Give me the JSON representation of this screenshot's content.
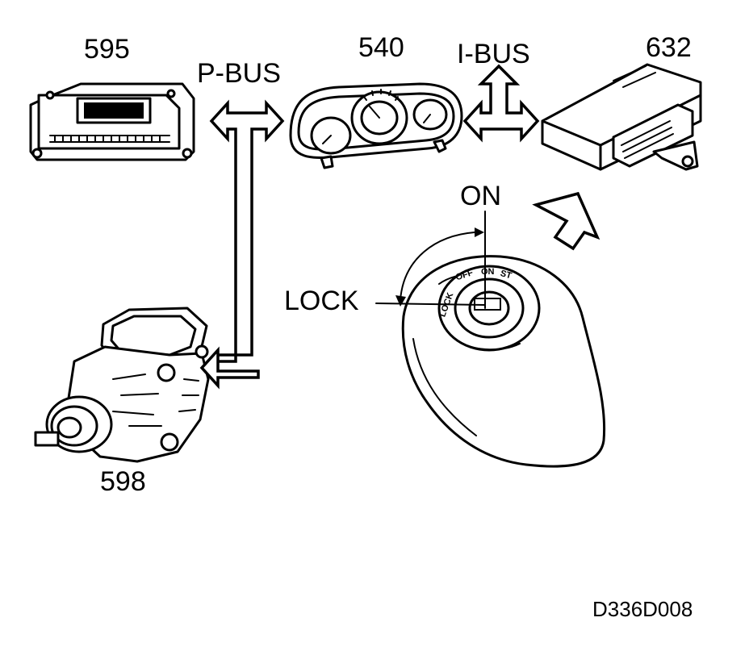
{
  "labels": {
    "ecm": "595",
    "instrument_cluster": "540",
    "module_632": "632",
    "injection_pump": "598",
    "pbus": "P-BUS",
    "ibus": "I-BUS",
    "on": "ON",
    "lock": "LOCK",
    "figure_code": "D336D008"
  },
  "ignition_positions": [
    "LOCK",
    "OFF",
    "ON",
    "ST"
  ],
  "colors": {
    "ink": "#000000",
    "paper": "#ffffff"
  }
}
